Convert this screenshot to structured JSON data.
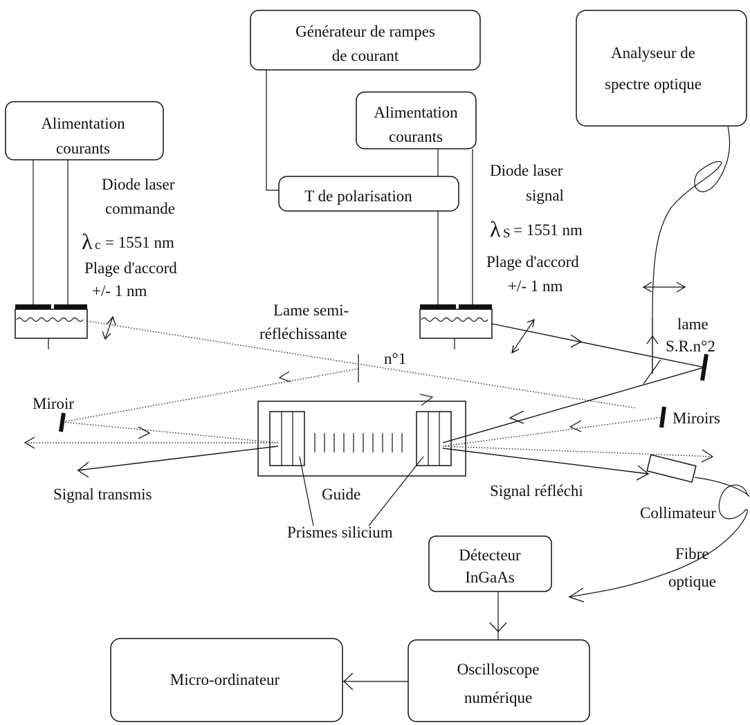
{
  "generator": {
    "line1": "Générateur de rampes",
    "line2": "de courant"
  },
  "supply_left": {
    "line1": "Alimentation",
    "line2": "courants"
  },
  "supply_right": {
    "line1": "Alimentation",
    "line2": "courants"
  },
  "analyzer": {
    "line1": "Analyseur de",
    "line2": "spectre optique"
  },
  "bias_tee": "T de polarisation",
  "laser_control": {
    "line1": "Diode laser",
    "line2": "commande",
    "lambda_symbol": "λ",
    "lambda_sub": "c",
    "lambda_value": "= 1551 nm",
    "tuning1": "Plage d'accord",
    "tuning2": "+/- 1 nm"
  },
  "laser_signal": {
    "line1": "Diode laser",
    "line2": "signal",
    "lambda_symbol": "λ",
    "lambda_sub": "S",
    "lambda_value": "= 1551 nm",
    "tuning1": "Plage d'accord",
    "tuning2": "+/- 1 nm"
  },
  "splitter1": {
    "line1": "Lame semi-",
    "line2": "réfléchissante",
    "line3": "n°1"
  },
  "splitter2": {
    "line1": "lame",
    "line2": "S.R.n°2"
  },
  "mirror_left": "Miroir",
  "mirrors_right": "Miroirs",
  "signal_transmitted": "Signal transmis",
  "signal_reflected": "Signal réfléchi",
  "guide": "Guide",
  "prisms": "Prismes silicium",
  "collimator": "Collimateur",
  "fiber": {
    "line1": "Fibre",
    "line2": "optique"
  },
  "detector": {
    "line1": "Détecteur",
    "line2": "InGaAs"
  },
  "oscilloscope": {
    "line1": "Oscilloscope",
    "line2": "numérique"
  },
  "computer": "Micro-ordinateur"
}
